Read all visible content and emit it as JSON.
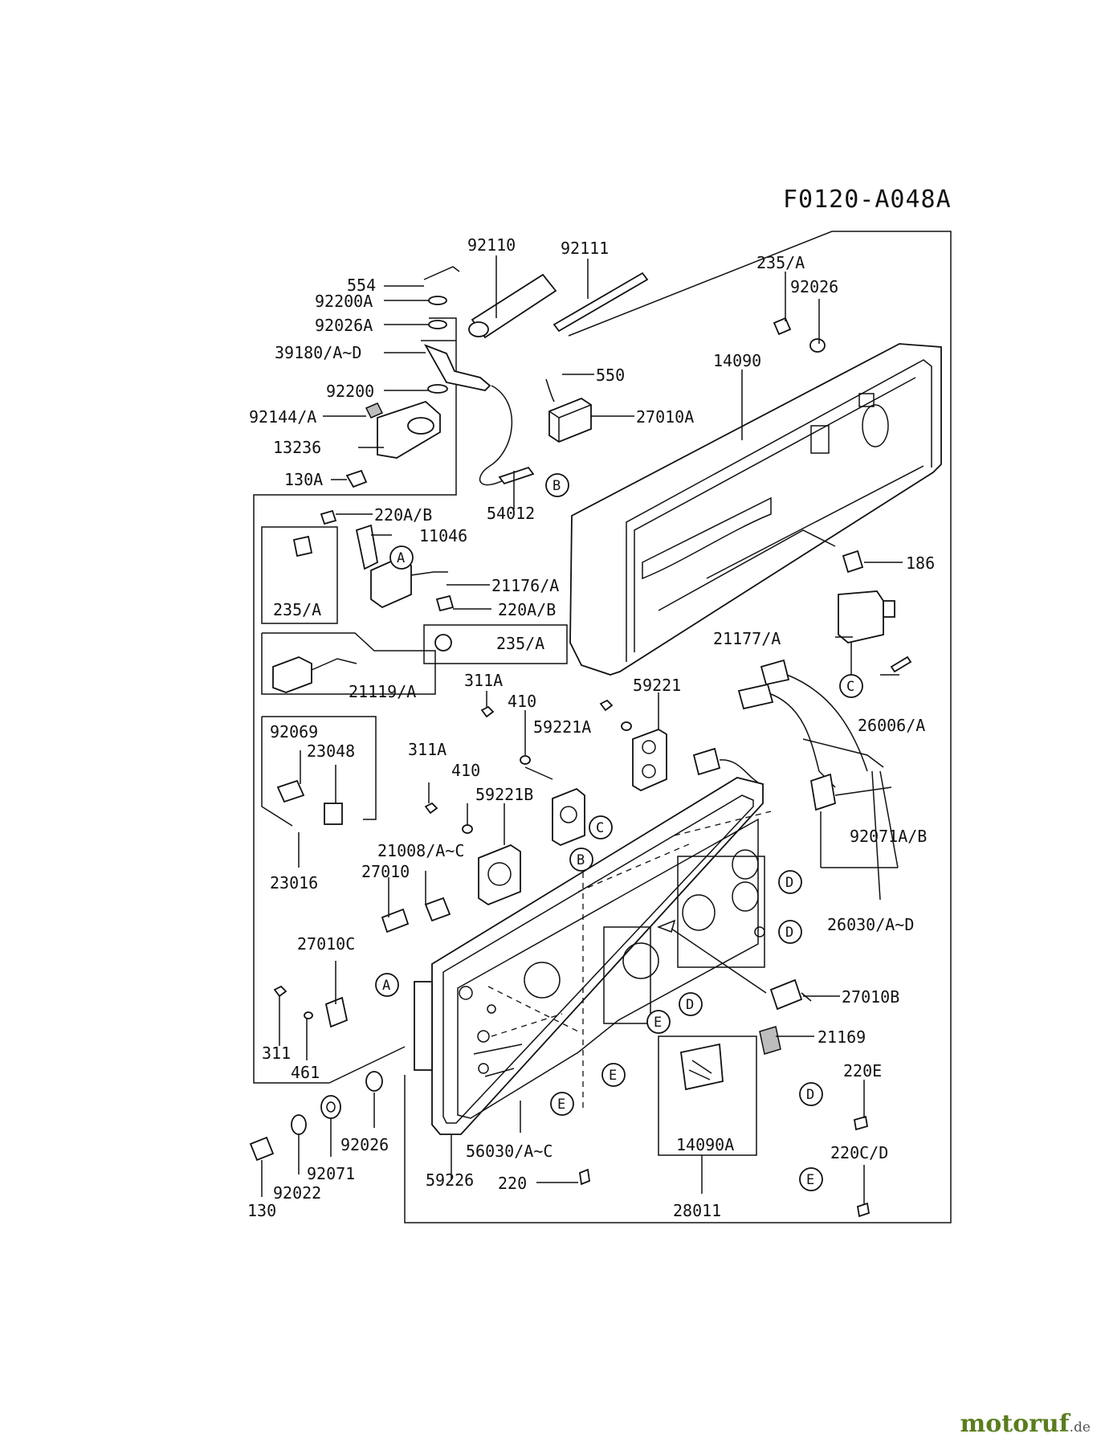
{
  "diagram_code": "F0120-A048A",
  "watermark": {
    "name": "motoruf",
    "tld": ".de"
  },
  "parts": {
    "p92110": "92110",
    "p92111": "92111",
    "p554": "554",
    "p92200A": "92200A",
    "p92026A": "92026A",
    "p39180": "39180/A~D",
    "p92200": "92200",
    "p92144": "92144/A",
    "p13236": "13236",
    "p130A": "130A",
    "p550": "550",
    "p27010A": "27010A",
    "p54012": "54012",
    "p235A_top": "235/A",
    "p92026_top": "92026",
    "p14090": "14090",
    "p220AB_1": "220A/B",
    "p11046": "11046",
    "p21176": "21176/A",
    "p220AB_2": "220A/B",
    "p235A_box1": "235/A",
    "p235A_box2": "235/A",
    "p186": "186",
    "p21177": "21177/A",
    "p21119": "21119/A",
    "p311A_1": "311A",
    "p410_1": "410",
    "p59221": "59221",
    "p59221A": "59221A",
    "p26006": "26006/A",
    "p92069": "92069",
    "p23048": "23048",
    "p311A_2": "311A",
    "p410_2": "410",
    "p59221B": "59221B",
    "p92071AB": "92071A/B",
    "p21008": "21008/A~C",
    "p27010": "27010",
    "p23016": "23016",
    "p26030": "26030/A~D",
    "p27010C": "27010C",
    "p27010B": "27010B",
    "p21169": "21169",
    "p311": "311",
    "p461": "461",
    "p220E": "220E",
    "p92026_bot": "92026",
    "p56030": "56030/A~C",
    "p14090A": "14090A",
    "p220CD": "220C/D",
    "p92071": "92071",
    "p92022": "92022",
    "p59226": "59226",
    "p220": "220",
    "p28011": "28011",
    "p130": "130"
  },
  "callouts": {
    "A": "A",
    "B": "B",
    "C": "C",
    "D": "D",
    "E": "E"
  }
}
